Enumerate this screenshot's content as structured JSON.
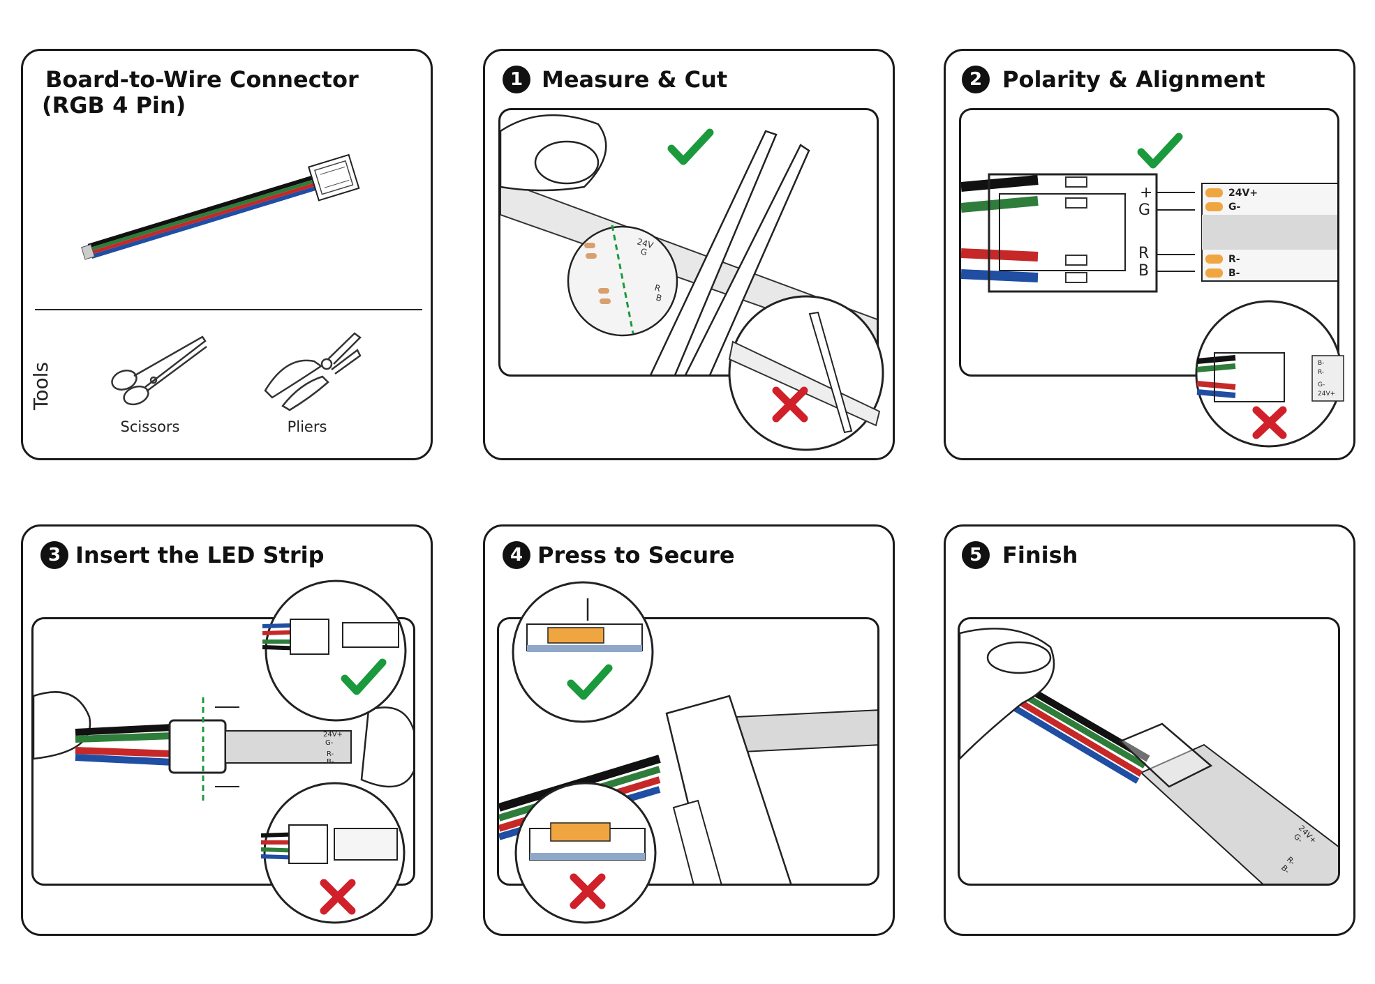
{
  "intro": {
    "title_line1": "Board-to-Wire Connector",
    "title_line2": "(RGB 4 Pin)",
    "tools_label": "Tools",
    "tools": [
      {
        "label": "Scissors",
        "icon": "scissors-icon"
      },
      {
        "label": "Pliers",
        "icon": "pliers-icon"
      }
    ]
  },
  "steps": [
    {
      "number": "1",
      "title": "Measure & Cut"
    },
    {
      "number": "2",
      "title": "Polarity & Alignment"
    },
    {
      "number": "3",
      "title": "Insert the LED Strip"
    },
    {
      "number": "4",
      "title": "Press to Secure"
    },
    {
      "number": "5",
      "title": "Finish"
    }
  ],
  "strip_marks": {
    "v24": "24V",
    "g": "G",
    "r": "R",
    "b": "B"
  },
  "polarity": {
    "wire_labels": [
      "+",
      "G",
      "R",
      "B"
    ],
    "pad_labels": [
      "24V+",
      "G-",
      "R-",
      "B-"
    ],
    "reversed_pad_labels": [
      "B-",
      "R-",
      "G-",
      "24V+"
    ]
  },
  "insert_strip_labels": [
    "24V+",
    "G-",
    "R-",
    "B-"
  ],
  "finish_strip_labels": [
    "24V+",
    "G-",
    "R-",
    "B-"
  ],
  "colors": {
    "check": "#1a9a3c",
    "cross": "#d0202a",
    "wire_black": "#111111",
    "wire_green": "#2e7d3a",
    "wire_red": "#c62828",
    "wire_blue": "#1f4ea3",
    "pad": "#f0a640",
    "strip": "#d9d9d9",
    "dashed": "#1a9a3c"
  }
}
